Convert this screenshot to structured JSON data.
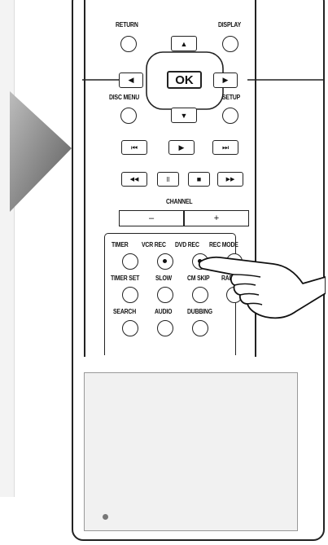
{
  "remote": {
    "labels": {
      "return": "RETURN",
      "display": "DISPLAY",
      "disc_menu": "DISC MENU",
      "setup": "SETUP",
      "channel": "CHANNEL",
      "timer": "TIMER",
      "vcr_rec": "VCR REC",
      "dvd_rec": "DVD REC",
      "rec_mode": "REC MODE",
      "timer_set": "TIMER SET",
      "slow": "SLOW",
      "cm_skip": "CM SKIP",
      "rapid": "RAPID",
      "search": "SEARCH",
      "audio": "AUDIO",
      "dubbing": "DUBBING"
    },
    "ok_label": "OK",
    "arrows": {
      "up": "▲",
      "down": "▼",
      "left": "◀",
      "right": "▶"
    },
    "transport": {
      "skip_back": "⏮",
      "play": "▶",
      "skip_forward": "⏭",
      "rewind": "◀◀",
      "pause": "ll",
      "stop": "■",
      "fast_forward": "▶▶"
    },
    "channel_minus": "–",
    "channel_plus": "+"
  },
  "screen": {
    "indicator_color": "#777777"
  }
}
